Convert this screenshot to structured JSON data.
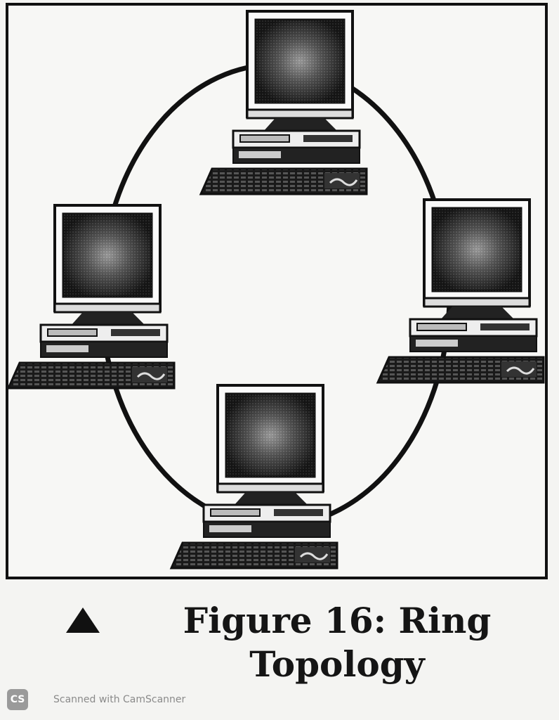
{
  "diagram": {
    "type": "ring-topology",
    "nodes": [
      {
        "id": "top",
        "label": ""
      },
      {
        "id": "right",
        "label": ""
      },
      {
        "id": "bottom",
        "label": ""
      },
      {
        "id": "left",
        "label": ""
      }
    ],
    "links": [
      [
        "top",
        "right"
      ],
      [
        "right",
        "bottom"
      ],
      [
        "bottom",
        "left"
      ],
      [
        "left",
        "top"
      ]
    ]
  },
  "caption": {
    "line1": "Figure 16: Ring",
    "line2": "Topology"
  },
  "watermark": {
    "logo": "CS",
    "text": "Scanned with CamScanner"
  },
  "colors": {
    "ink": "#111111",
    "paper": "#f7f7f5"
  }
}
